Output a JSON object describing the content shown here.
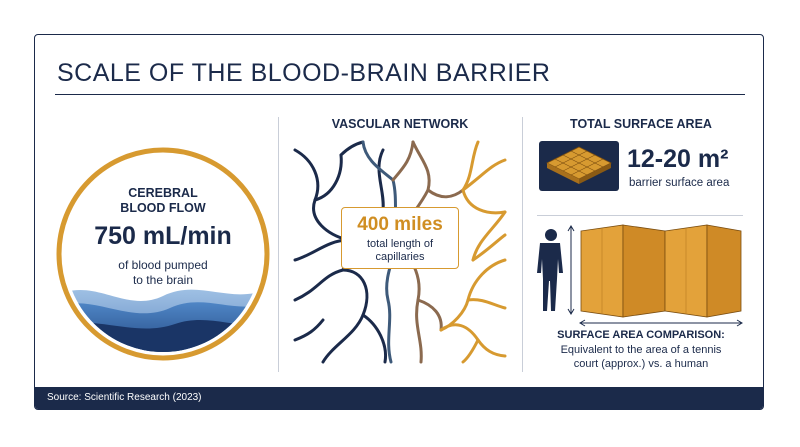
{
  "title": "SCALE OF THE BLOOD-BRAIN BARRIER",
  "blood_flow": {
    "label_line1": "CEREBRAL",
    "label_line2": "BLOOD FLOW",
    "value": "750 mL/min",
    "desc_line1": "of blood pumped",
    "desc_line2": "to the brain"
  },
  "vascular": {
    "heading": "VASCULAR NETWORK",
    "value": "400 miles",
    "desc_line1": "total length of",
    "desc_line2": "capillaries"
  },
  "surface": {
    "heading": "TOTAL SURFACE AREA",
    "value": "12-20 m²",
    "desc": "barrier surface area",
    "comparison_title": "SURFACE AREA COMPARISON:",
    "comparison_line1": "Equivalent to the area of a tennis",
    "comparison_line2": "court (approx.) vs. a human"
  },
  "footer": {
    "source": "Source: Scientific Research (2023)"
  },
  "colors": {
    "navy": "#1b2a4a",
    "gold": "#d79a30",
    "brown": "#8b6a4f",
    "blue": "#2d5ea3"
  },
  "icons": {
    "blood_flow": "blood-wave-icon",
    "network": "capillary-network-icon",
    "grid": "surface-grid-icon",
    "human": "human-silhouette-icon",
    "court": "tennis-court-panels-icon"
  }
}
